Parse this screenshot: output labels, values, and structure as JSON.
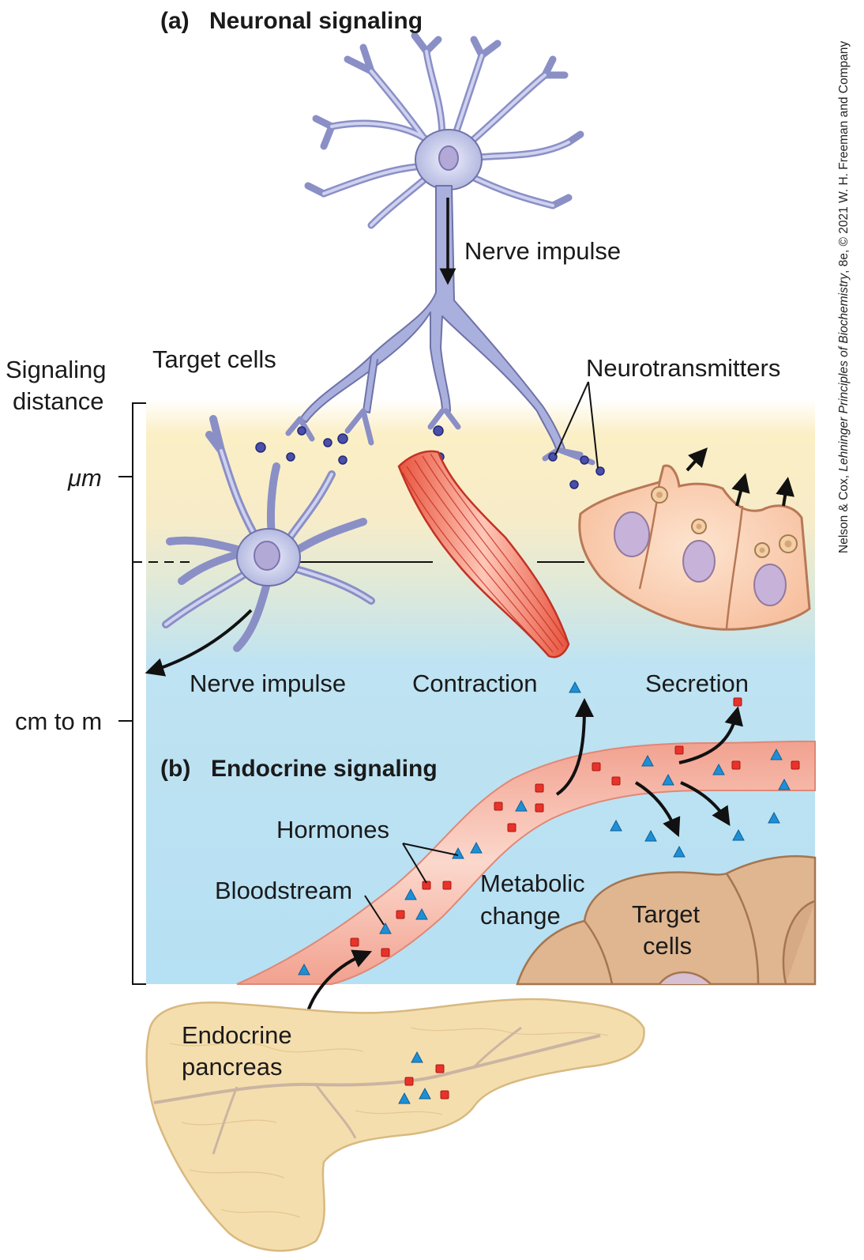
{
  "titles": {
    "a": "(a)",
    "a_text": "Neuronal signaling",
    "b": "(b)",
    "b_text": "Endocrine signaling"
  },
  "scale": {
    "heading": "Signaling distance",
    "heading_line1": "Signaling",
    "heading_line2": "distance",
    "tick_um": "μm",
    "tick_cm": "cm to m"
  },
  "neuronal": {
    "nerve_impulse_top": "Nerve impulse",
    "target_cells": "Target cells",
    "neurotransmitters": "Neurotransmitters",
    "nerve_impulse_bottom": "Nerve impulse",
    "contraction": "Contraction",
    "secretion": "Secretion"
  },
  "endocrine": {
    "hormones": "Hormones",
    "bloodstream": "Bloodstream",
    "metabolic_change_1": "Metabolic",
    "metabolic_change_2": "change",
    "target_cells_1": "Target",
    "target_cells_2": "cells",
    "pancreas_1": "Endocrine",
    "pancreas_2": "pancreas"
  },
  "credit": {
    "prefix": "Nelson & Cox, ",
    "book": "Lehninger Principles of Biochemistry",
    "suffix": ", 8e, © 2021 W. H. Freeman and Company"
  },
  "colors": {
    "neuron": "#a8addb",
    "neuron_outline": "#6e72a8",
    "muscle": "#ef6a55",
    "hormone_red": "#e8322a",
    "hormone_blue": "#1e8fd6",
    "blood": "#f4a999",
    "pancreas": "#f5deae",
    "sky": "#bde3f3",
    "cream": "#fbefc8"
  }
}
